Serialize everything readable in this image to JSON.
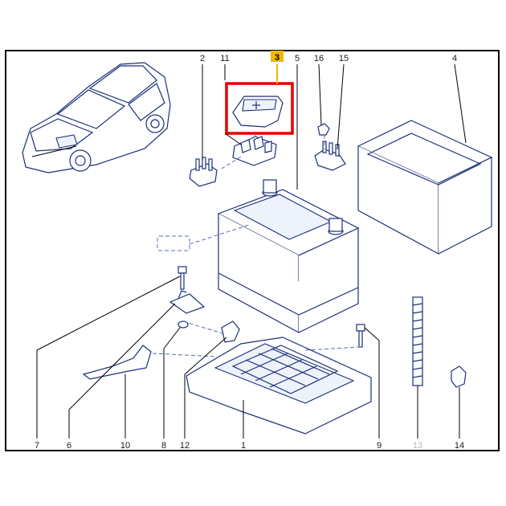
{
  "diagram": {
    "callouts": [
      {
        "id": "c3",
        "text": "3",
        "highlighted": true
      },
      {
        "id": "c2",
        "text": "2"
      },
      {
        "id": "c11",
        "text": "11"
      },
      {
        "id": "c5",
        "text": "5"
      },
      {
        "id": "c16",
        "text": "16"
      },
      {
        "id": "c15",
        "text": "15"
      },
      {
        "id": "c4",
        "text": "4"
      },
      {
        "id": "c7",
        "text": "7"
      },
      {
        "id": "c6",
        "text": "6"
      },
      {
        "id": "c10",
        "text": "10"
      },
      {
        "id": "c8",
        "text": "8"
      },
      {
        "id": "c12",
        "text": "12"
      },
      {
        "id": "c1",
        "text": "1"
      },
      {
        "id": "c9",
        "text": "9"
      },
      {
        "id": "c13",
        "text": "13",
        "dimmed": true
      },
      {
        "id": "c14",
        "text": "14"
      }
    ],
    "highlight_color": "#e00000",
    "tag_color": "#f2b600",
    "line_color": "#1c2f7a"
  }
}
